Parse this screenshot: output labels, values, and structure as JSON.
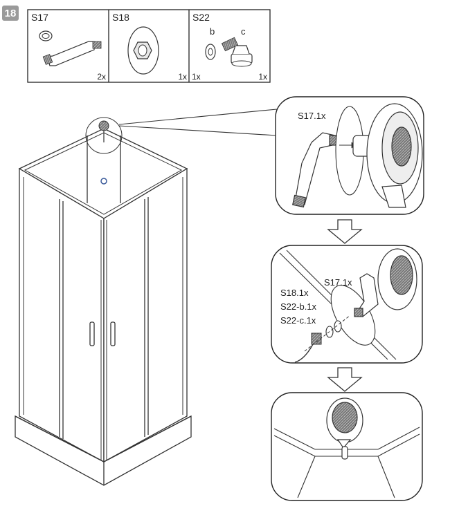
{
  "step": "18",
  "parts": [
    {
      "code": "S17",
      "qty": "2x"
    },
    {
      "code": "S18",
      "qty": "1x"
    },
    {
      "code": "S22",
      "qty_b": "1x",
      "qty_c": "1x",
      "sub_b": "b",
      "sub_c": "c"
    }
  ],
  "callout1": {
    "label": "S17.1x"
  },
  "callout2": {
    "label_arm": "S17.1x",
    "label_s18": "S18.1x",
    "label_s22b": "S22-b.1x",
    "label_s22c": "S22-c.1x"
  }
}
